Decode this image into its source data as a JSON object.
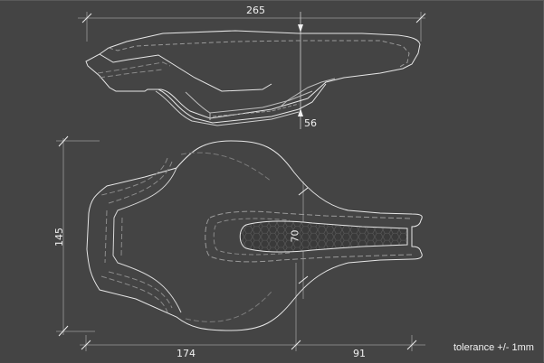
{
  "drawing": {
    "subject": "saddle technical drawing",
    "background_color": "#444444",
    "line_color": "#e6e6e6",
    "dim_line_color": "#9a9a9a"
  },
  "side_view": {
    "overall_length": {
      "label": "265",
      "unit": "mm"
    },
    "height": {
      "label": "56",
      "unit": "mm"
    }
  },
  "top_view": {
    "overall_width": {
      "label": "145",
      "unit": "mm"
    },
    "rear_to_center": {
      "label": "174",
      "unit": "mm"
    },
    "center_to_nose": {
      "label": "91",
      "unit": "mm"
    },
    "cutout_width": {
      "label": "70",
      "unit": "mm"
    }
  },
  "notes": {
    "tolerance": "tolerance +/- 1mm"
  }
}
